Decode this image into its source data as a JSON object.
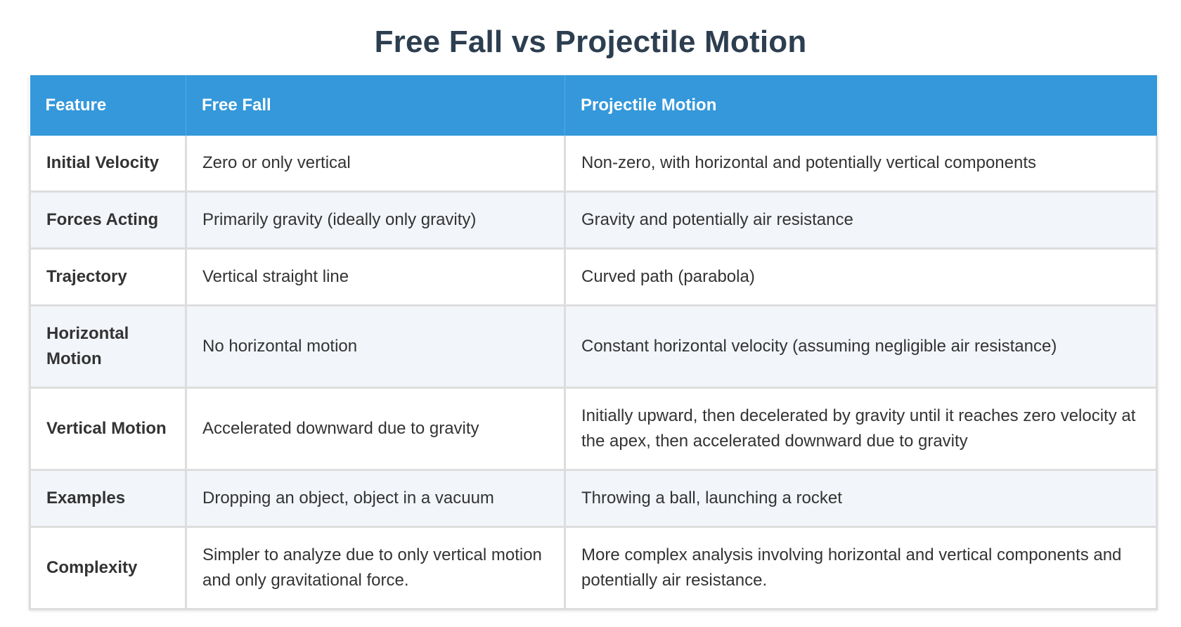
{
  "title": "Free Fall vs Projectile Motion",
  "colors": {
    "title": "#2c3e50",
    "header_bg": "#3498db",
    "header_text": "#ffffff",
    "row_alt_bg": "#f2f5f9",
    "border": "#dddddd"
  },
  "table": {
    "headers": [
      "Feature",
      "Free Fall",
      "Projectile Motion"
    ],
    "rows": [
      {
        "feature": "Initial Velocity",
        "free_fall": "Zero or only vertical",
        "projectile": "Non-zero, with horizontal and potentially vertical components"
      },
      {
        "feature": "Forces Acting",
        "free_fall": "Primarily gravity (ideally only gravity)",
        "projectile": "Gravity and potentially air resistance"
      },
      {
        "feature": "Trajectory",
        "free_fall": "Vertical straight line",
        "projectile": "Curved path (parabola)"
      },
      {
        "feature": "Horizontal Motion",
        "free_fall": "No horizontal motion",
        "projectile": "Constant horizontal velocity (assuming negligible air resistance)"
      },
      {
        "feature": "Vertical Motion",
        "free_fall": "Accelerated downward due to gravity",
        "projectile": "Initially upward, then decelerated by gravity until it reaches zero velocity at the apex, then accelerated downward due to gravity"
      },
      {
        "feature": "Examples",
        "free_fall": "Dropping an object, object in a vacuum",
        "projectile": "Throwing a ball, launching a rocket"
      },
      {
        "feature": "Complexity",
        "free_fall": "Simpler to analyze due to only vertical motion and only gravitational force.",
        "projectile": "More complex analysis involving horizontal and vertical components and potentially air resistance."
      }
    ]
  }
}
